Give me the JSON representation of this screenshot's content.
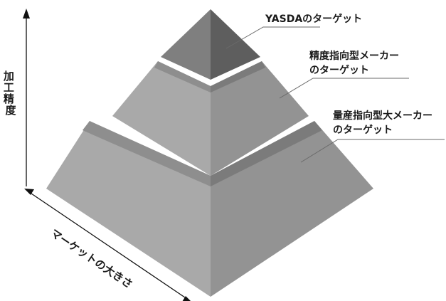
{
  "diagram": {
    "tiers": [
      {
        "id": "top",
        "label_lines": [
          "YASDAのターゲット"
        ]
      },
      {
        "id": "middle",
        "label_lines": [
          "精度指向型メーカー",
          "のターゲット"
        ]
      },
      {
        "id": "bottom",
        "label_lines": [
          "量産指向型大メーカー",
          "のターゲット"
        ]
      }
    ],
    "vertical_axis_label": "加工精度",
    "diagonal_axis_label": "マーケットの大きさ",
    "colors": {
      "face_left": "#a9a9a9",
      "face_right": "#929292",
      "top_left": "#7f7f7f",
      "top_right": "#5e5e5e",
      "band_left": "#8f8f8f",
      "band_right": "#7a7a7a",
      "shading_line": "#9c9c9c",
      "leader_line": "#6a6a6a",
      "axis": "#111111"
    }
  }
}
